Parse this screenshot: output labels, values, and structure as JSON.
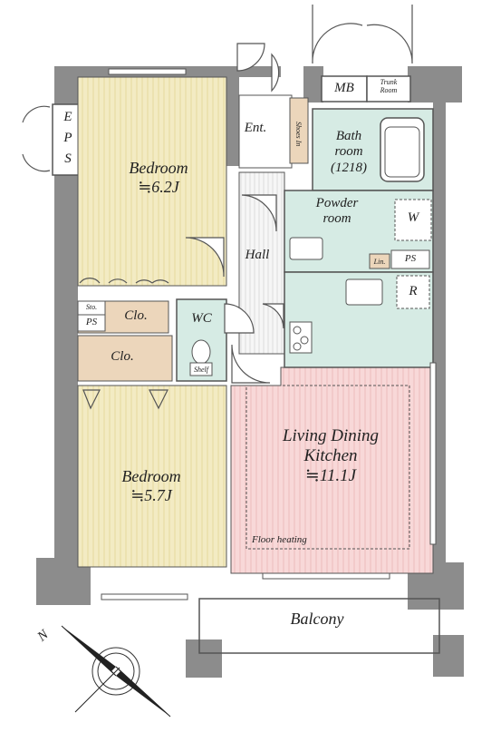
{
  "rooms": {
    "bedroom1": {
      "name": "Bedroom",
      "size": "≒6.2J"
    },
    "bedroom2": {
      "name": "Bedroom",
      "size": "≒5.7J"
    },
    "ldk": {
      "name_line1": "Living Dining",
      "name_line2": "Kitchen",
      "size": "≒11.1J"
    },
    "bath": {
      "name_line1": "Bath",
      "name_line2": "room",
      "size": "(1218)"
    },
    "powder": {
      "name_line1": "Powder",
      "name_line2": "room"
    },
    "hall": "Hall",
    "entrance": "Ent.",
    "wc": "WC",
    "balcony": "Balcony"
  },
  "fixtures": {
    "eps": [
      "E",
      "P",
      "S"
    ],
    "mb": "MB",
    "trunk_room": {
      "line1": "Trunk",
      "line2": "Room"
    },
    "shoes_in": "Shoes In",
    "w": "W",
    "r": "R",
    "lin": "Lin.",
    "ps_powder": "PS",
    "ps_bed": "PS",
    "sto": "Sto.",
    "clo_upper": "Clo.",
    "clo_lower": "Clo.",
    "shelf": "Shelf",
    "floor_heating": "Floor heating"
  },
  "compass": {
    "north": "N"
  },
  "colors": {
    "bedroom_fill": "#f3ebc3",
    "bedroom_stripe": "#e4d89c",
    "ldk_fill": "#f8d8d8",
    "ldk_stripe": "#ecbcbc",
    "wet_fill": "#d6ebe4",
    "closet_fill": "#ecd6bb",
    "hall_fill": "#f4f4f4",
    "wall": "#8c8c8c",
    "outline": "#555555"
  }
}
